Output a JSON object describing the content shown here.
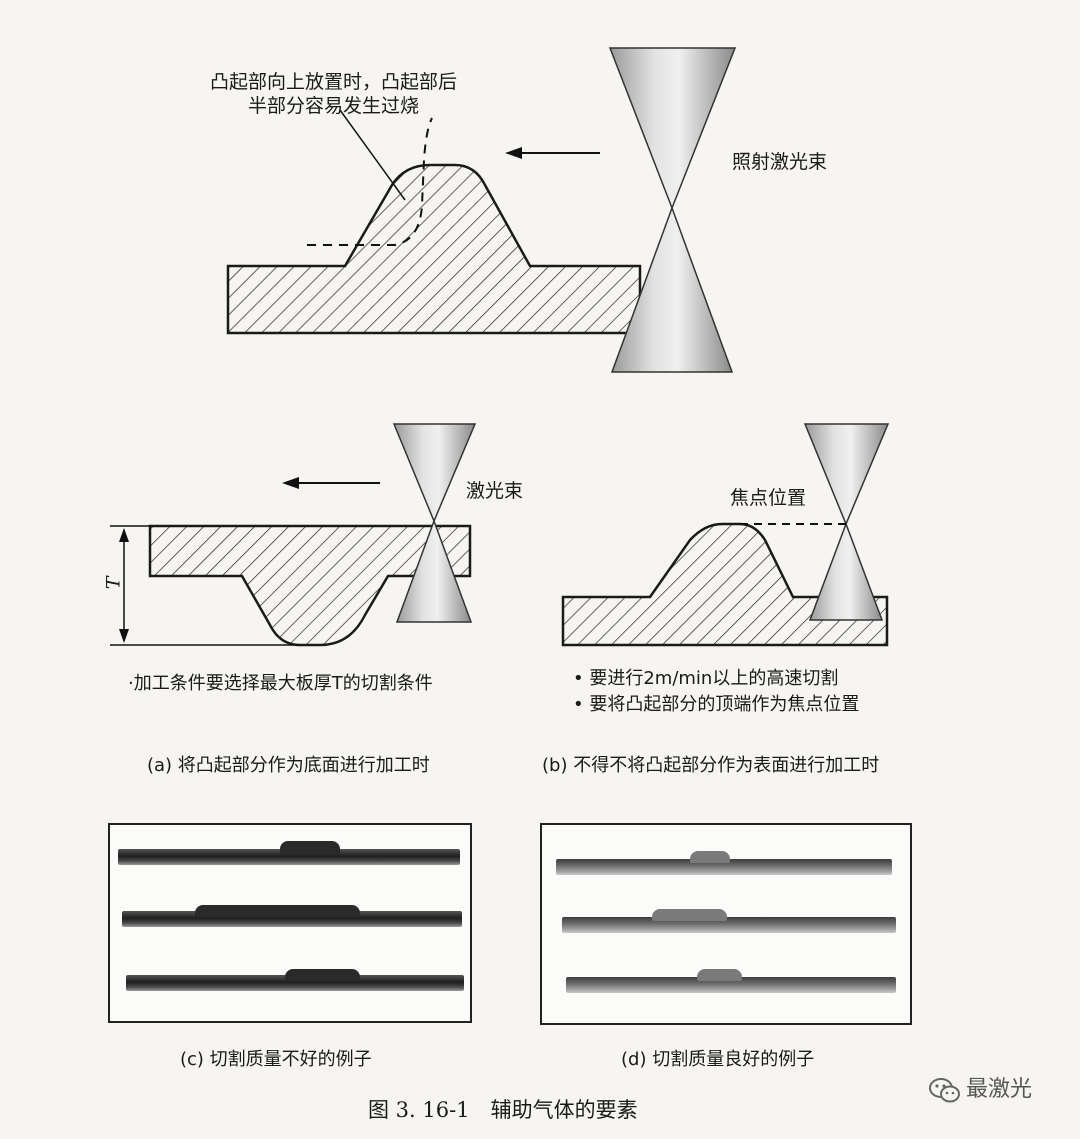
{
  "top": {
    "annotation_line1": "凸起部向上放置时，凸起部后",
    "annotation_line2": "半部分容易发生过烧",
    "beam_label": "照射激光束"
  },
  "panel_a": {
    "beam_label": "激光束",
    "thickness_symbol": "T",
    "bullet": "·加工条件要选择最大板厚T的切割条件",
    "caption": "(a) 将凸起部分作为底面进行加工时"
  },
  "panel_b": {
    "focus_label": "焦点位置",
    "bullet1": "• 要进行2m/min以上的高速切割",
    "bullet2": "• 要将凸起部分的顶端作为焦点位置",
    "caption": "(b) 不得不将凸起部分作为表面进行加工时"
  },
  "panel_c": {
    "caption": "(c) 切割质量不好的例子"
  },
  "panel_d": {
    "caption": "(d) 切割质量良好的例子"
  },
  "figure_title": "图 3. 16-1　辅助气体的要素",
  "watermark": "最激光",
  "colors": {
    "ink": "#1a1a1a",
    "beam_light": "#d8d8d8",
    "beam_dark": "#8a8a8a",
    "paper": "#f6f5f1"
  }
}
